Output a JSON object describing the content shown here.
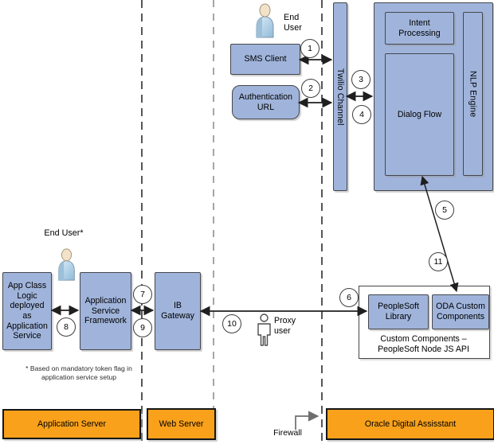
{
  "colors": {
    "box_fill": "#A0B4DB",
    "box_border": "#45464c",
    "zone_fill": "#F9A11B",
    "line": "#1f1f1f",
    "gray_line": "#8f8f8f"
  },
  "actors": {
    "end_user_top": "End\nUser",
    "end_user_left": "End User*",
    "proxy_user": "Proxy\nuser"
  },
  "boxes": {
    "sms_client": "SMS Client",
    "auth_url": "Authentication\nURL",
    "twilio_channel": "Twilio Channel",
    "intent_processing": "Intent\nProcessing",
    "dialog_flow": "Dialog Flow",
    "nlp_engine": "NLP Engine",
    "peoplesoft_library": "PeopleSoft\nLibrary",
    "oda_custom_components": "ODA Custom\nComponents",
    "custom_components_caption": "Custom Components –\nPeopleSoft Node JS API",
    "app_class_logic": "App Class\nLogic\ndeployed\nas\nApplication\nService",
    "app_service_framework": "Application\nService\nFramework",
    "ib_gateway": "IB\nGateway"
  },
  "zones": {
    "application_server": "Application Server",
    "web_server": "Web Server",
    "oracle_digital_assistant": "Oracle Digital Assisstant",
    "firewall": "Firewall"
  },
  "steps": [
    "1",
    "2",
    "3",
    "4",
    "5",
    "6",
    "7",
    "8",
    "9",
    "10",
    "11"
  ],
  "footnote": "* Based on mandatory token flag in\napplication service setup"
}
